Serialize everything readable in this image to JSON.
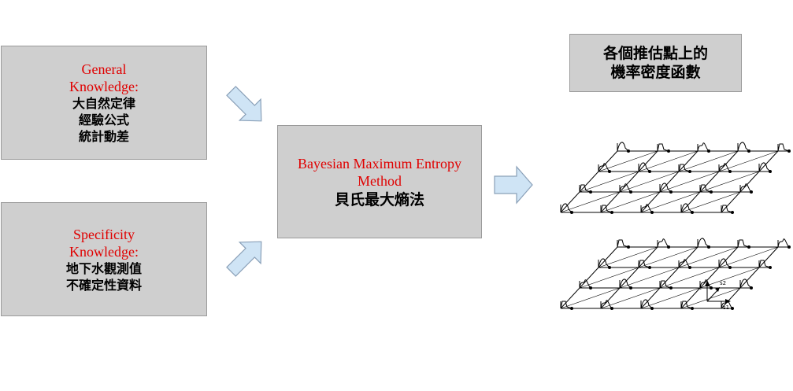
{
  "general_box": {
    "title_line1": "General",
    "title_line2": "Knowledge:",
    "items": [
      "大自然定律",
      "經驗公式",
      "統計動差"
    ]
  },
  "specific_box": {
    "title_line1": "Specificity",
    "title_line2": "Knowledge:",
    "items": [
      "地下水觀測值",
      "不確定性資料"
    ]
  },
  "bme_box": {
    "title_line1": "Bayesian Maximum Entropy",
    "title_line2": "Method",
    "subtitle": "貝氏最大熵法"
  },
  "pdf_box": {
    "line1": "各個推估點上的",
    "line2": "機率密度函數"
  },
  "grid_figure": {
    "axis_labels": [
      "t",
      "s2",
      "s1"
    ]
  },
  "colors": {
    "box_fill": "#cfcfcf",
    "arrow_fill": "#cfe4f5",
    "english_text": "#e00000"
  }
}
